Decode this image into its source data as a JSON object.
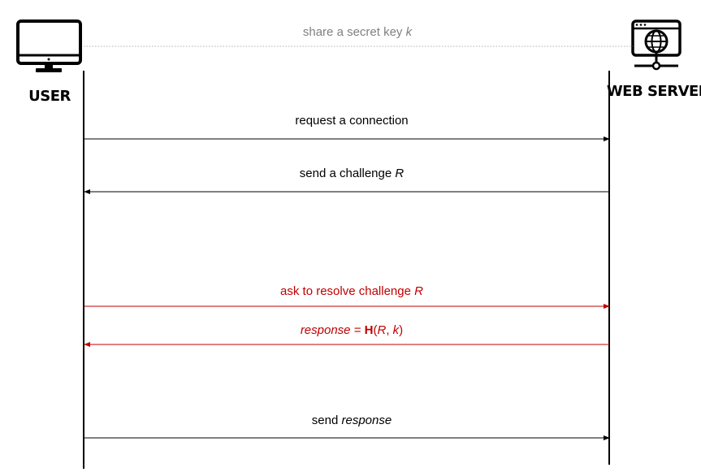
{
  "participants": {
    "left": {
      "label": "USER",
      "icon": "desktop-monitor-icon"
    },
    "right": {
      "label": "WEB SERVER",
      "icon": "web-globe-icon"
    }
  },
  "shared_secret": {
    "prefix": "share a secret key ",
    "var": "k",
    "color": "#808080"
  },
  "messages": [
    {
      "id": "request",
      "parts": [
        {
          "text": "request a connection"
        }
      ],
      "direction": "to-server",
      "color": "#000000"
    },
    {
      "id": "challenge",
      "parts": [
        {
          "text": "send a challenge "
        },
        {
          "text": "R",
          "italic": true
        }
      ],
      "direction": "to-user",
      "color": "#000000"
    },
    {
      "id": "ask-resolve",
      "parts": [
        {
          "text": "ask to resolve challenge "
        },
        {
          "text": "R",
          "italic": true
        }
      ],
      "direction": "to-server",
      "color": "#c00000"
    },
    {
      "id": "response-hash",
      "parts": [
        {
          "text": "response",
          "italic": true
        },
        {
          "text": " = "
        },
        {
          "text": "H",
          "bold": true
        },
        {
          "text": "("
        },
        {
          "text": "R",
          "italic": true
        },
        {
          "text": ", "
        },
        {
          "text": "k",
          "italic": true
        },
        {
          "text": ")"
        }
      ],
      "direction": "to-user",
      "color": "#c00000"
    },
    {
      "id": "send-response",
      "parts": [
        {
          "text": "send "
        },
        {
          "text": "response",
          "italic": true
        }
      ],
      "direction": "to-server",
      "color": "#000000"
    }
  ]
}
